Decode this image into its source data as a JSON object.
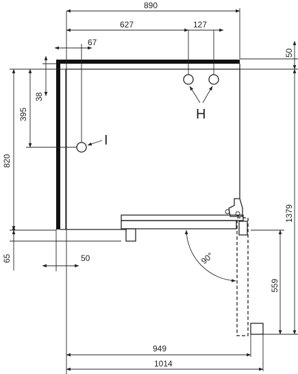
{
  "dimensions": {
    "overall_width": "890",
    "pipe_offset": "627",
    "pipe_spacing": "127",
    "side_offset": "67",
    "top_gap": "50",
    "upper_drop": "38",
    "inlet_height": "395",
    "left_height": "820",
    "total_height": "1379",
    "base_step": "65",
    "wall_thickness": "50",
    "door_swing_length": "559",
    "inner_width": "949",
    "total_width": "1014",
    "door_angle": "90°"
  },
  "labels": {
    "water_inlets": "H",
    "drain_inlet": "I"
  }
}
